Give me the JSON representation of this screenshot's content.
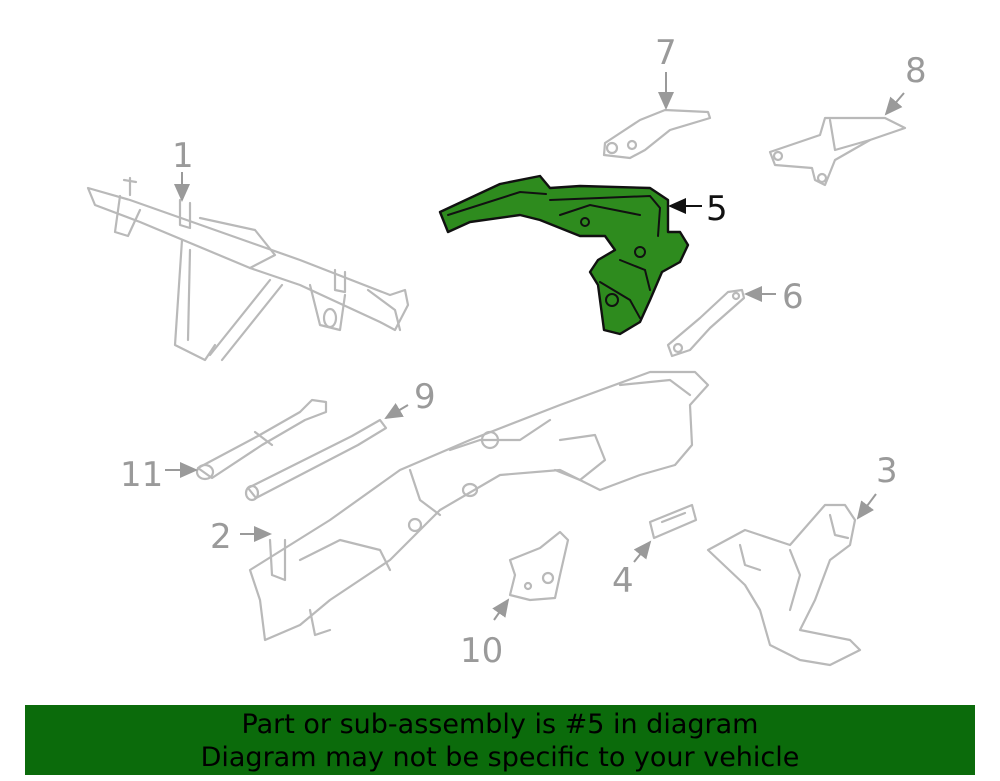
{
  "callouts": {
    "c1": "1",
    "c2": "2",
    "c3": "3",
    "c4": "4",
    "c5": "5",
    "c6": "6",
    "c7": "7",
    "c8": "8",
    "c9": "9",
    "c10": "10",
    "c11": "11"
  },
  "highlighted_part": "5",
  "colors": {
    "highlight": "#2e8b1e",
    "banner": "#0b6b0b",
    "outline": "#b9b9b9"
  },
  "banner": {
    "line1": "Part or sub-assembly is #5 in diagram",
    "line2": "Diagram may not be specific to your vehicle"
  }
}
